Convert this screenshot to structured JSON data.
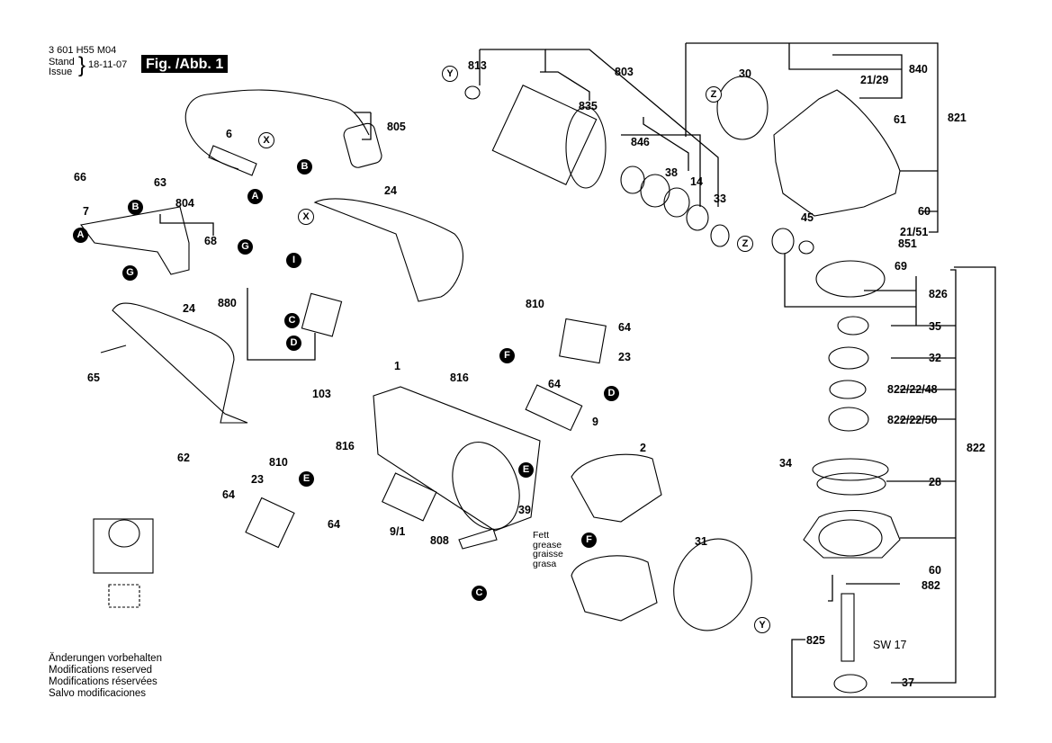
{
  "header": {
    "part_number": "3 601 H55 M04",
    "stand_label": "Stand",
    "issue_label": "Issue",
    "date": "18-11-07",
    "figure_label": "Fig. /Abb. 1"
  },
  "notes": {
    "modifications": [
      "Änderungen vorbehalten",
      "Modifications reserved",
      "Modifications réservées",
      "Salvo modificaciones"
    ],
    "grease": [
      "Fett",
      "grease",
      "graisse",
      "grasa"
    ]
  },
  "callouts": {
    "c813": "813",
    "c803": "803",
    "c835": "835",
    "c846": "846",
    "c38": "38",
    "c14": "14",
    "c33": "33",
    "c30": "30",
    "c840": "840",
    "c21_29": "21/29",
    "c61": "61",
    "c821": "821",
    "c60a": "60",
    "c21_51": "21/51",
    "c851": "851",
    "c45": "45",
    "c69": "69",
    "c826": "826",
    "c35": "35",
    "c32": "32",
    "c822_22_48": "822/22/48",
    "c822_22_50": "822/22/50",
    "c822": "822",
    "c34": "34",
    "c28": "28",
    "c60b": "60",
    "c882": "882",
    "c825": "825",
    "sw17": "SW 17",
    "c37": "37",
    "c805": "805",
    "c6": "6",
    "c66": "66",
    "c63": "63",
    "c7": "7",
    "c804": "804",
    "c68": "68",
    "c24a": "24",
    "c880": "880",
    "c24b": "24",
    "c65": "65",
    "c62": "62",
    "c810a": "810",
    "c64a": "64",
    "c23a": "23",
    "c816a": "816",
    "c64b": "64",
    "c1": "1",
    "c103": "103",
    "c9": "9",
    "c2": "2",
    "c816b": "816",
    "c810b": "810",
    "c23b": "23",
    "c64c": "64",
    "c64d": "64",
    "c9_1": "9/1",
    "c808": "808",
    "c39": "39",
    "c31": "31"
  },
  "connectors": {
    "A": "A",
    "B": "B",
    "C": "C",
    "D": "D",
    "E": "E",
    "F": "F",
    "G": "G",
    "I": "I",
    "X": "X",
    "Y": "Y",
    "Z": "Z"
  }
}
